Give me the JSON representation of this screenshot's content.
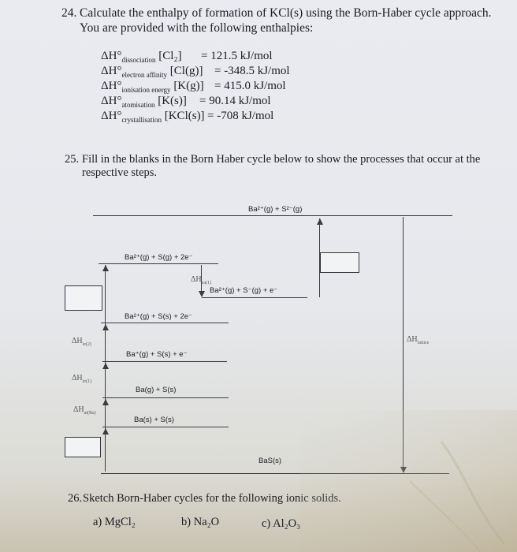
{
  "q24": {
    "number": "24.",
    "line1": "Calculate the enthalpy of formation of KCl(s) using the Born-Haber cycle approach.",
    "line2": "You are provided with the following enthalpies:",
    "rows": [
      {
        "sub": "dissociation",
        "species": "[Cl₂]",
        "eq": "= 121.5 kJ/mol"
      },
      {
        "sub": "electron affinity",
        "species": "[Cl(g)]",
        "eq": "= -348.5 kJ/mol"
      },
      {
        "sub": "ionisation energy",
        "species": "[K(g)]",
        "eq": "= 415.0 kJ/mol"
      },
      {
        "sub": "atomisation",
        "species": "[K(s)]",
        "eq": "= 90.14 kJ/mol"
      },
      {
        "sub": "crystallisation",
        "species": "[KCl(s)]",
        "eq": "= -708 kJ/mol"
      }
    ],
    "dh_symbol": "ΔH°"
  },
  "q25": {
    "number": "25.",
    "line1": "Fill in the blanks in the Born Haber cycle below to show the processes that occur at the",
    "line2": "respective steps."
  },
  "diagram": {
    "levels": {
      "top": "Ba²⁺(g) + S²⁻(g)",
      "l2": "Ba²⁺(g) + S(g) + 2e⁻",
      "l3": "Ba²⁺(g) + S⁻(g) + e⁻",
      "l4": "Ba²⁺(g) + S(s) + 2e⁻",
      "l5": "Ba⁺(g) + S(s) + e⁻",
      "l6": "Ba(g) + S(s)",
      "l7": "Ba(s) + S(s)",
      "bottom": "BaS(s)"
    },
    "dh": {
      "ea1": {
        "sym": "ΔH",
        "sub": "ea(1)"
      },
      "ie2": {
        "sym": "ΔH",
        "sub": "ie(2)"
      },
      "ie1": {
        "sym": "ΔH",
        "sub": "ie(1)"
      },
      "atom": {
        "sym": "ΔH",
        "sub": "at(Ba)"
      },
      "lattice": {
        "sym": "ΔH",
        "sub": "lattice"
      }
    }
  },
  "q26": {
    "number": "26.",
    "line": "Sketch Born-Haber cycles for the following ionic solids.",
    "items": [
      {
        "label": "a)",
        "formula": "MgCl₂"
      },
      {
        "label": "b)",
        "formula": "Na₂O"
      },
      {
        "label": "c)",
        "formula": "Al₂O₃"
      }
    ]
  }
}
